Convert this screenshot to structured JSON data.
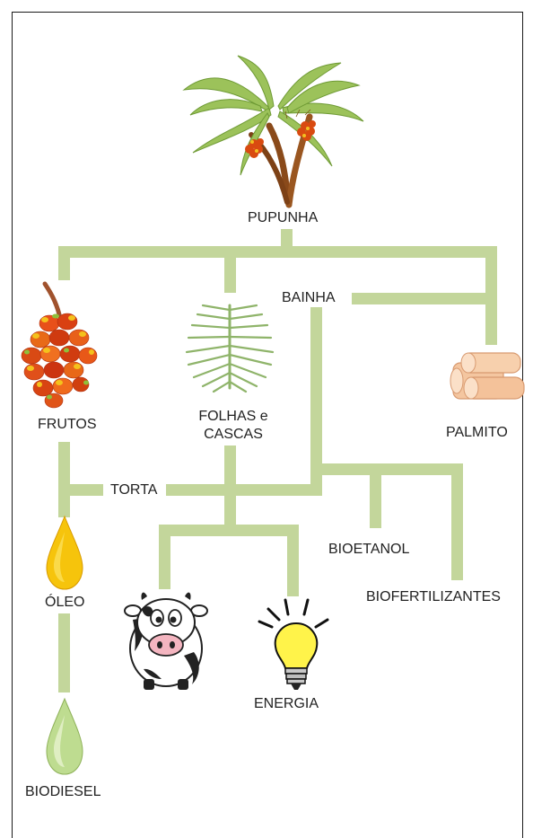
{
  "diagram": {
    "colors": {
      "connector": "#c3d69b",
      "frame": "#1a1a1a",
      "text": "#222222"
    },
    "nodes": {
      "pupunha": "PUPUNHA",
      "bainha": "BAINHA",
      "frutos": "FRUTOS",
      "folhas_cascas_line1": "FOLHAS e",
      "folhas_cascas_line2": "CASCAS",
      "palmito": "PALMITO",
      "torta": "TORTA",
      "bioetanol": "BIOETANOL",
      "biofertilizantes": "BIOFERTILIZANTES",
      "oleo": "ÓLEO",
      "energia": "ENERGIA",
      "biodiesel": "BIODIESEL"
    },
    "icons": [
      "palm-tree-icon",
      "fruit-bunch-icon",
      "palm-leaf-icon",
      "palm-heart-icon",
      "oil-drop-icon",
      "biodiesel-drop-icon",
      "cow-icon",
      "light-bulb-icon"
    ]
  }
}
